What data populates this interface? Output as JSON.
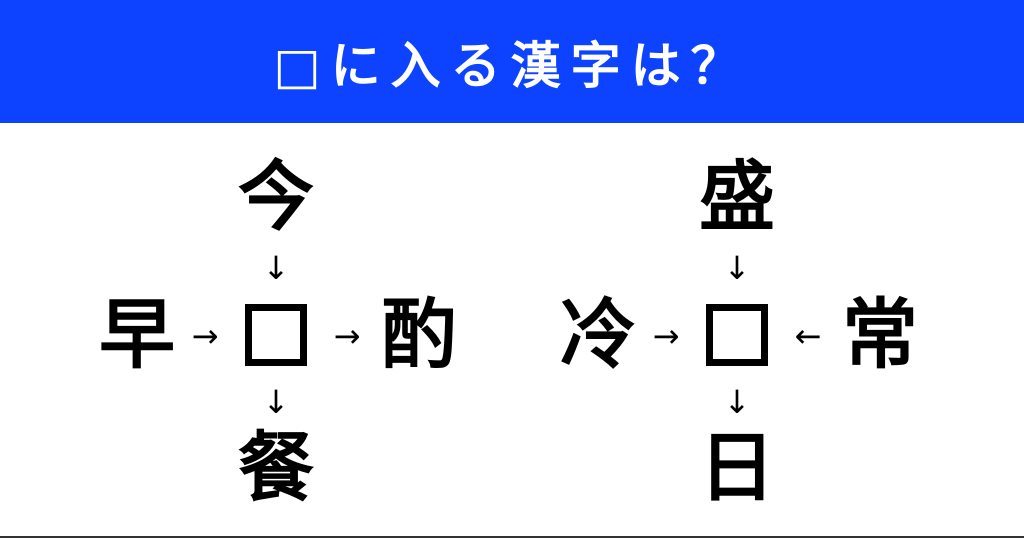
{
  "header": {
    "title": "□に入る漢字は？",
    "background_color": "#0d43ff",
    "text_color": "#ffffff"
  },
  "puzzles": [
    {
      "top": "今",
      "left": "早",
      "right": "酌",
      "bottom": "餐",
      "arrows": {
        "top_to_center": "↓",
        "left_to_center": "→",
        "center_to_right": "→",
        "center_to_bottom": "↓"
      },
      "blank": ""
    },
    {
      "top": "盛",
      "left": "冷",
      "right": "常",
      "bottom": "日",
      "arrows": {
        "top_to_center": "↓",
        "left_to_center": "→",
        "right_to_center": "←",
        "center_to_bottom": "↓"
      },
      "blank": ""
    }
  ]
}
